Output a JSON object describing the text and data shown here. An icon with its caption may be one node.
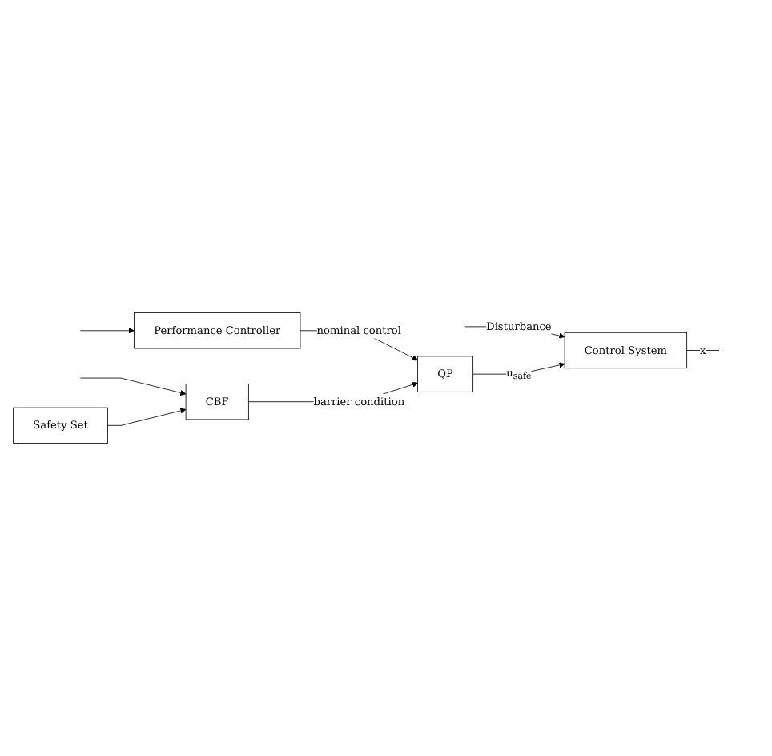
{
  "diagram": {
    "nodes": [
      {
        "text": [
          "QP"
        ]
      },
      {
        "text": [
          "Control System"
        ]
      },
      {
        "text": [
          "Performance Controller"
        ]
      },
      {
        "text": [
          "CBF"
        ]
      },
      {
        "text": [
          "Safety Set"
        ]
      }
    ],
    "edges": [
      {
        "from": null,
        "to": 1,
        "arrow": "to",
        "label": "Disturbance"
      },
      {
        "from": 0,
        "to": 1,
        "arrow": "to",
        "label": "u$_{safe}$"
      },
      {
        "from": 1,
        "to": null,
        "arrow": "none",
        "label": "x"
      },
      {
        "from": null,
        "to": 2,
        "arrow": "to"
      },
      {
        "from": 2,
        "to": 0,
        "arrow": "to",
        "label": "nominal control"
      },
      {
        "from": null,
        "to": 3,
        "arrow": "to"
      },
      {
        "from": 3,
        "to": 0,
        "arrow": "to",
        "label": "barrier condition"
      },
      {
        "from": 4,
        "to": 3,
        "arrow": "to"
      }
    ]
  }
}
